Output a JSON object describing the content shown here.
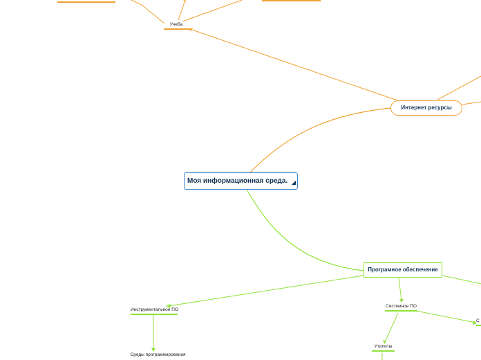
{
  "central": {
    "label": "Моя информационная среда.",
    "expand_mark": "◢"
  },
  "branches": {
    "internet": {
      "label": "Интернет ресурсы",
      "color": "#f0a030"
    },
    "software": {
      "label": "Програмное обеспечение",
      "color": "#8fe23a"
    }
  },
  "subtopics": {
    "study": "Учеба",
    "instrumental": "Инструментальное ПО",
    "system": "Системное ПО",
    "programming_env": "Среды программирования",
    "utilities": "Утилиты",
    "cut_off_right": "С"
  },
  "central_border_color": "#3a86c8"
}
